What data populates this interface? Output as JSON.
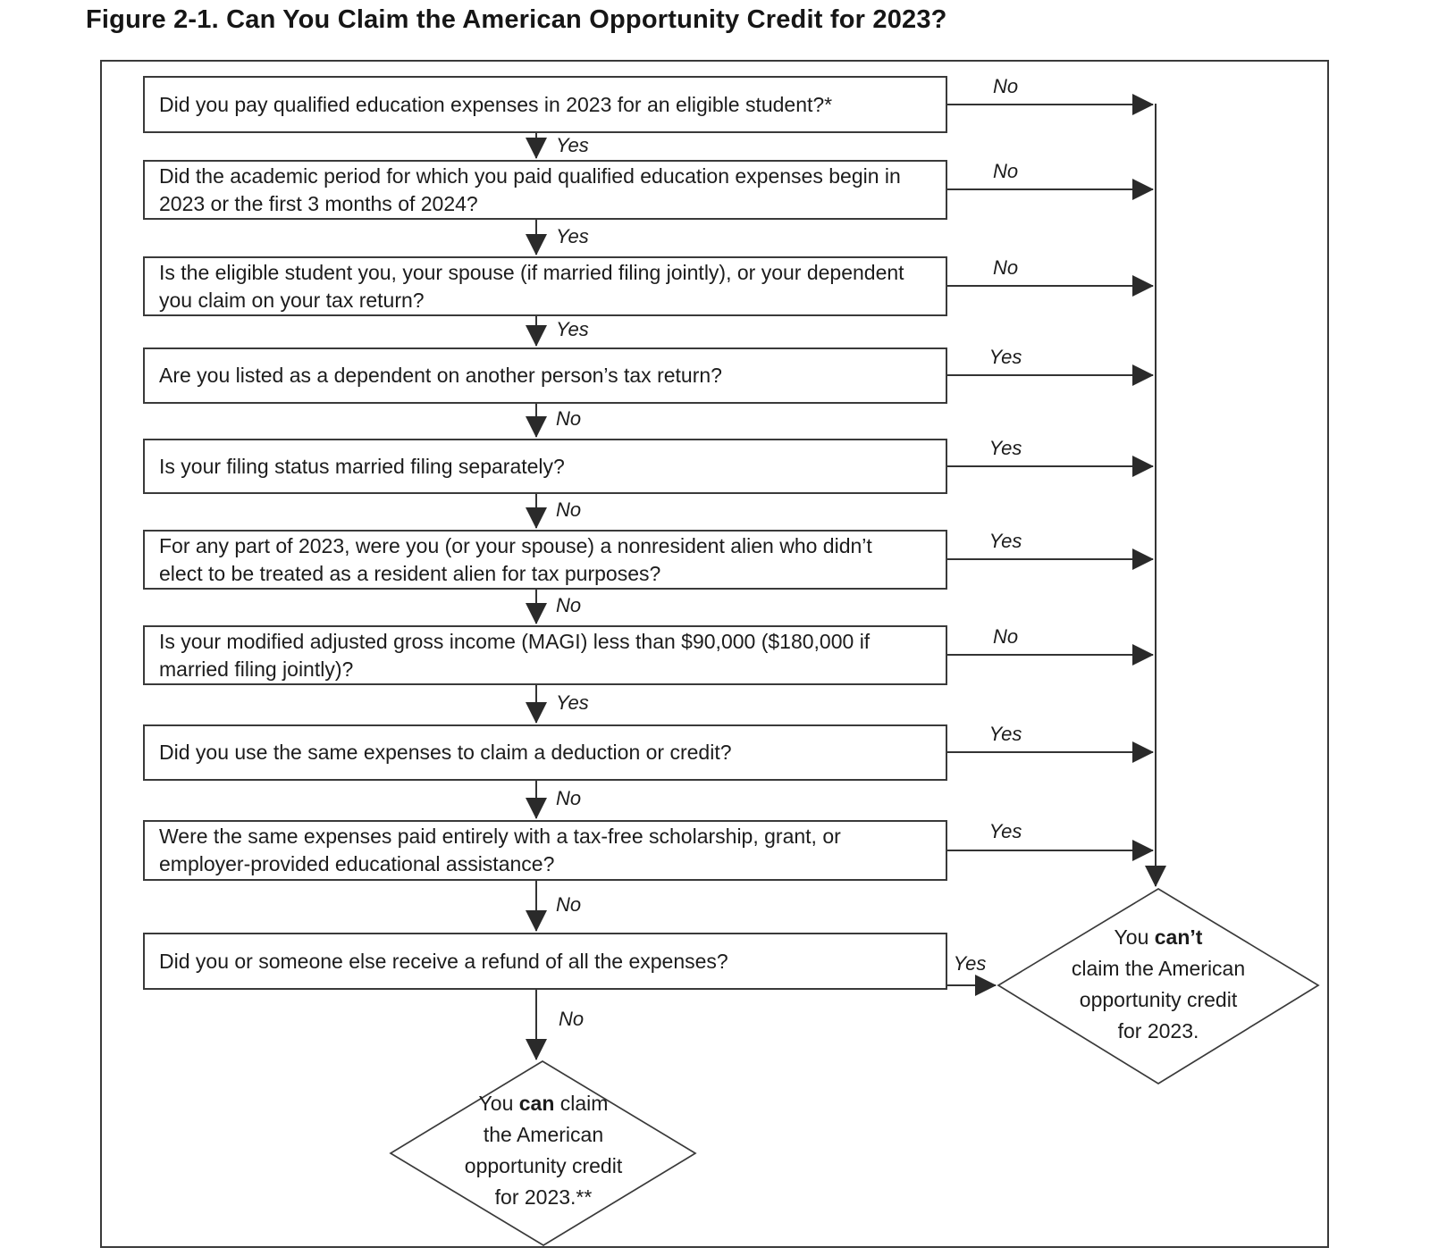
{
  "title": "Figure 2-1. Can You Claim the American Opportunity Credit for 2023?",
  "colors": {
    "ink": "#1c1c1c",
    "line": "#333333",
    "box_border": "#3a3a3a"
  },
  "flow": {
    "questions": [
      {
        "text": "Did you pay qualified education expenses in 2023 for an eligible student?*",
        "down_label": "Yes",
        "side_label": "No"
      },
      {
        "text": "Did the academic period for which you paid qualified education expenses begin in 2023 or the first 3 months of 2024?",
        "down_label": "Yes",
        "side_label": "No"
      },
      {
        "text": "Is the eligible student you, your spouse (if married filing jointly), or your dependent you claim on your tax return?",
        "down_label": "Yes",
        "side_label": "No"
      },
      {
        "text": "Are you listed as a dependent on another person’s tax return?",
        "down_label": "No",
        "side_label": "Yes"
      },
      {
        "text": "Is your filing status married filing separately?",
        "down_label": "No",
        "side_label": "Yes"
      },
      {
        "text": "For any part of 2023, were you (or your spouse) a nonresident alien who didn’t elect to be treated as a resident alien for tax purposes?",
        "down_label": "No",
        "side_label": "Yes"
      },
      {
        "text": "Is your modified adjusted gross income (MAGI) less than $90,000 ($180,000 if married filing jointly)?",
        "down_label": "Yes",
        "side_label": "No"
      },
      {
        "text": "Did you use the same expenses to claim a deduction or credit?",
        "down_label": "No",
        "side_label": "Yes"
      },
      {
        "text": "Were the same expenses paid entirely with a tax-free scholarship, grant, or employer-provided educational assistance?",
        "down_label": "No",
        "side_label": "Yes"
      },
      {
        "text": "Did you or someone else receive a refund of all the expenses?",
        "down_label": "No",
        "side_label": "Yes"
      }
    ],
    "outcome_cannot": {
      "line1_pre": "You ",
      "line1_bold": "can’t",
      "line2": "claim the American",
      "line3": "opportunity credit",
      "line4": "for 2023."
    },
    "outcome_can": {
      "line1_pre": "You ",
      "line1_bold": "can",
      "line1_post": " claim",
      "line2": "the American",
      "line3": "opportunity credit",
      "line4": "for 2023.**"
    }
  }
}
